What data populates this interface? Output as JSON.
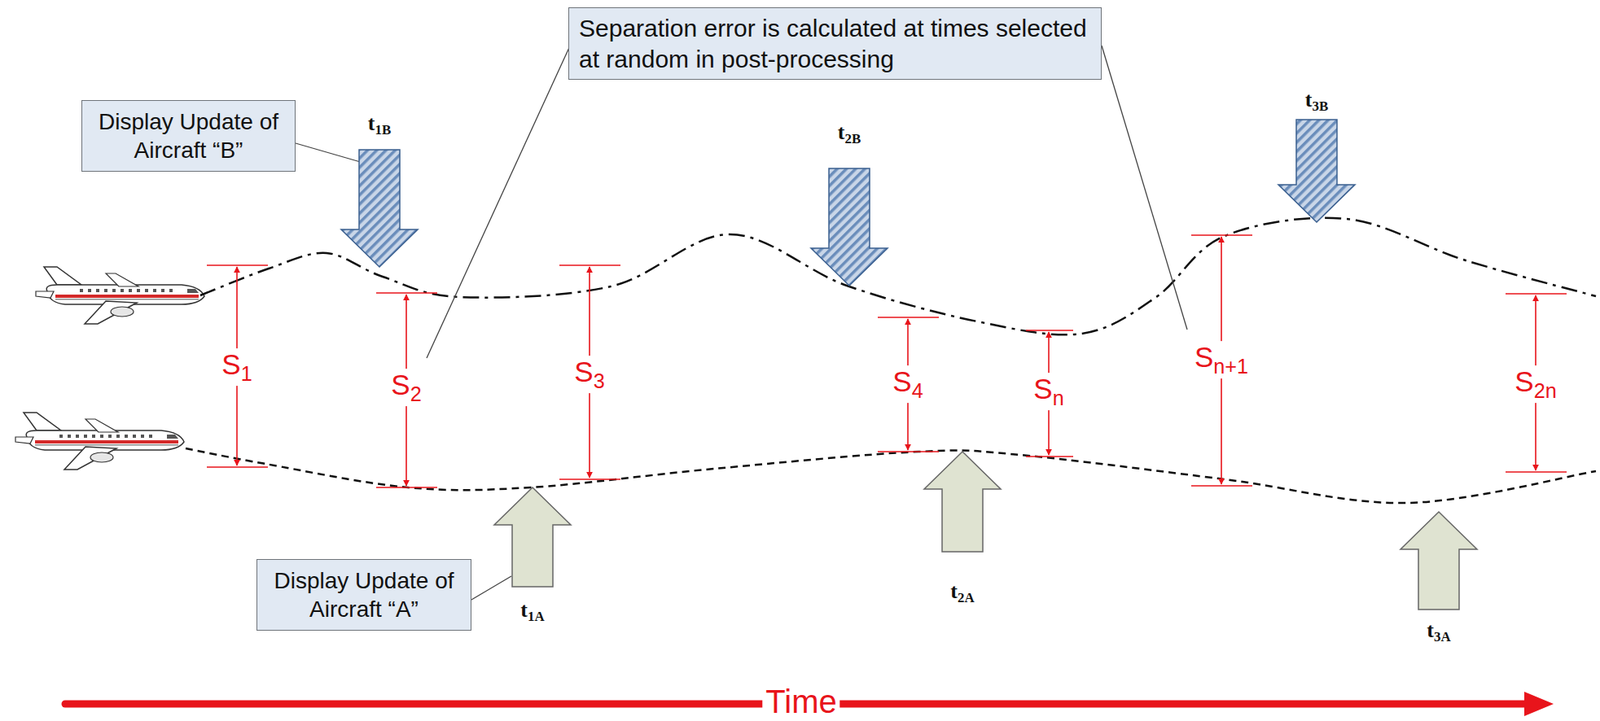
{
  "diagram": {
    "nodes": [
      {
        "text": [
          "Separation error is calculated at times selected at random in post-processing"
        ]
      },
      {
        "text": [
          "Display Update of Aircraft “B”"
        ]
      },
      {
        "text": [
          "Display Update of Aircraft “A”"
        ]
      }
    ],
    "labels": [
      "t1B",
      "t2B",
      "t3B",
      "S1",
      "S2",
      "S3",
      "S4",
      "Sn",
      "Sn+1",
      "S2n",
      "t1A",
      "t2A",
      "t3A",
      "Time"
    ]
  }
}
